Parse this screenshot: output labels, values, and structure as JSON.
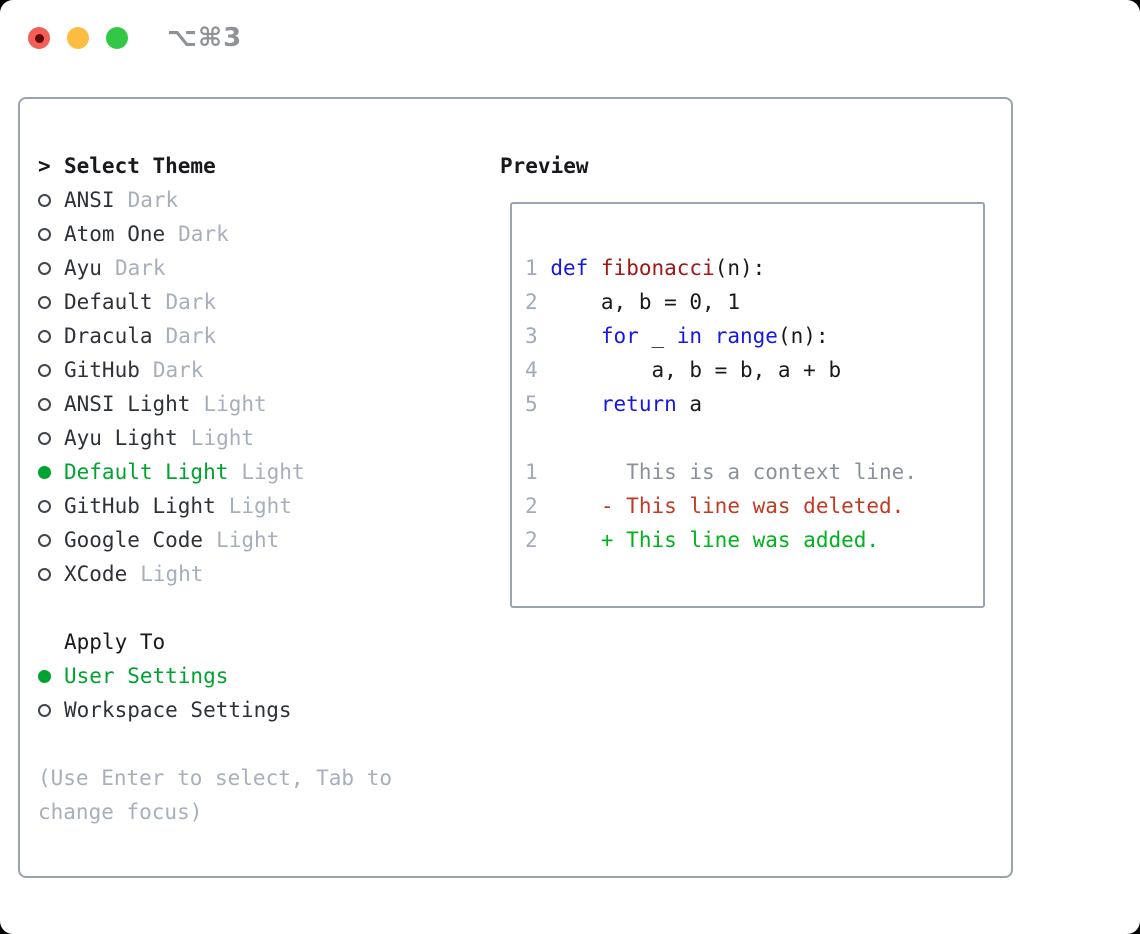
{
  "window": {
    "shortcut": "⌥⌘3",
    "traffic_lights": [
      "close-light",
      "minimize-light",
      "zoom-light"
    ]
  },
  "theme_selector": {
    "prompt": ">",
    "title": "Select Theme",
    "items": [
      {
        "name": "ANSI",
        "tag": "Dark",
        "selected": false
      },
      {
        "name": "Atom One",
        "tag": "Dark",
        "selected": false
      },
      {
        "name": "Ayu",
        "tag": "Dark",
        "selected": false
      },
      {
        "name": "Default",
        "tag": "Dark",
        "selected": false
      },
      {
        "name": "Dracula",
        "tag": "Dark",
        "selected": false
      },
      {
        "name": "GitHub",
        "tag": "Dark",
        "selected": false
      },
      {
        "name": "ANSI Light",
        "tag": "Light",
        "selected": false
      },
      {
        "name": "Ayu Light",
        "tag": "Light",
        "selected": false
      },
      {
        "name": "Default Light",
        "tag": "Light",
        "selected": true
      },
      {
        "name": "GitHub Light",
        "tag": "Light",
        "selected": false
      },
      {
        "name": "Google Code",
        "tag": "Light",
        "selected": false
      },
      {
        "name": "XCode",
        "tag": "Light",
        "selected": false
      }
    ],
    "apply_to": {
      "title": "Apply To",
      "options": [
        {
          "label": "User Settings",
          "selected": true
        },
        {
          "label": "Workspace Settings",
          "selected": false
        }
      ]
    },
    "hint": "(Use Enter to select, Tab to change focus)"
  },
  "preview": {
    "title": "Preview",
    "lines": [
      {
        "n": "1",
        "parts": [
          [
            "k",
            "def"
          ],
          [
            "d",
            " "
          ],
          [
            "f",
            "fibonacci"
          ],
          [
            "d",
            "(n):"
          ]
        ]
      },
      {
        "n": "2",
        "parts": [
          [
            "d",
            "    a, b = 0, 1"
          ]
        ]
      },
      {
        "n": "3",
        "parts": [
          [
            "d",
            "    "
          ],
          [
            "k",
            "for"
          ],
          [
            "d",
            " _ "
          ],
          [
            "k",
            "in"
          ],
          [
            "d",
            " "
          ],
          [
            "k",
            "range"
          ],
          [
            "d",
            "(n):"
          ]
        ]
      },
      {
        "n": "4",
        "parts": [
          [
            "d",
            "        a, b = b, a + b"
          ]
        ]
      },
      {
        "n": "5",
        "parts": [
          [
            "d",
            "    "
          ],
          [
            "k",
            "return"
          ],
          [
            "d",
            " a"
          ]
        ]
      },
      {
        "n": "",
        "parts": []
      },
      {
        "n": "1",
        "parts": [
          [
            "x",
            "      This is a context line."
          ]
        ]
      },
      {
        "n": "2",
        "parts": [
          [
            "m",
            "    - This line was deleted."
          ]
        ]
      },
      {
        "n": "2",
        "parts": [
          [
            "p",
            "    + This line was added."
          ]
        ]
      }
    ]
  },
  "colors": {
    "border": "#9aa3b0",
    "heading": "#17191c",
    "text": "#2e3238",
    "muted": "#a7afbc",
    "selected_green": "#00a330",
    "circle": "#42474f",
    "line_number": "#a0aab9",
    "code_text": "#17191c",
    "keyword_blue": "#1717e6",
    "function_red": "#a31717",
    "context_gray": "#8b919b",
    "deleted_red": "#c13a22",
    "added_green": "#00b31c",
    "shortcut_gray": "#8f9296",
    "traffic_red": "#f35f58",
    "traffic_yellow": "#fdbd40",
    "traffic_green": "#32c846",
    "traffic_red_dot": "#5f0a08"
  }
}
